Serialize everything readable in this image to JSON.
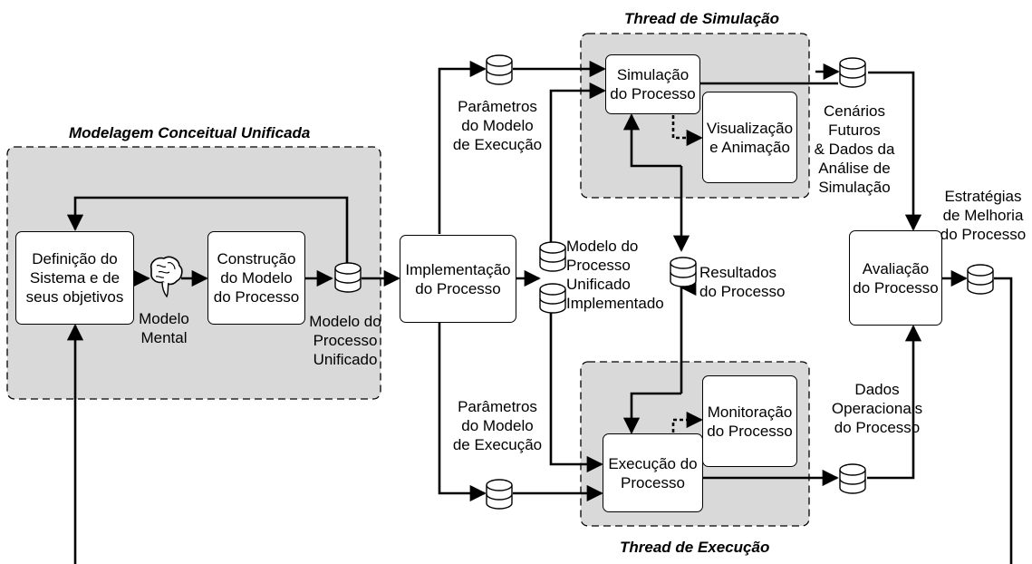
{
  "groups": {
    "conceptual": "Modelagem Conceitual Unificada",
    "simulation": "Thread de Simulação",
    "execution": "Thread de Execução"
  },
  "boxes": {
    "definicao": "Definição do\nSistema e de\nseus objetivos",
    "construcao": "Construção\ndo Modelo\ndo Processo",
    "implementacao": "Implementação\ndo Processo",
    "simulacao": "Simulação\ndo Processo",
    "visualizacao": "Visualização\ne Animação",
    "monitoracao": "Monitoração\ndo Processo",
    "execucao": "Execução do\nProcesso",
    "avaliacao": "Avaliação\ndo Processo"
  },
  "labels": {
    "modelo_mental": "Modelo\nMental",
    "modelo_processo_unificado": "Modelo do\nProcesso\nUnificado",
    "parametros_top": "Parâmetros\ndo Modelo\nde Execução",
    "parametros_bottom": "Parâmetros\ndo Modelo\nde Execução",
    "modelo_implementado": "Modelo do\nProcesso\nUnificado\nImplementado",
    "resultados": "Resultados\ndo Processo",
    "cenarios": "Cenários\nFuturos\n& Dados da\nAnálise de\nSimulação",
    "estrategias": "Estratégias\nde Melhoria\ndo Processo",
    "dados_operacionais": "Dados\nOperacionais\ndo Processo"
  },
  "colors": {
    "group_fill": "#d9d9d9",
    "line": "#000000",
    "box_fill": "#ffffff"
  },
  "icons": {
    "datastore": "cylinder-icon",
    "mental_model": "brain-icon"
  }
}
